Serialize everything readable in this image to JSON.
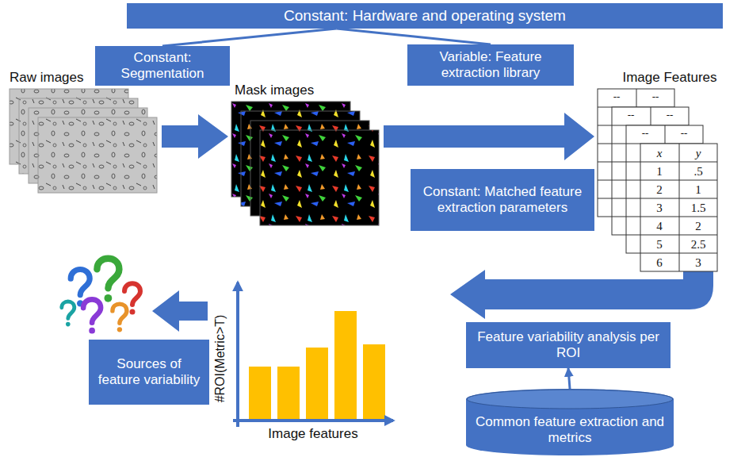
{
  "diagram": {
    "nodes": [
      {
        "text": [
          "Constant: Hardware and operating system"
        ]
      },
      {
        "text": [
          "Constant: Segmentation"
        ]
      },
      {
        "text": [
          "Variable: Feature extraction library"
        ]
      },
      {
        "text": [
          "Constant: Matched feature extraction parameters"
        ]
      },
      {
        "text": [
          "Feature variability analysis per ROI"
        ]
      },
      {
        "text": [
          "Common feature extraction and metrics"
        ]
      },
      {
        "text": [
          "Sources of feature variability"
        ]
      }
    ],
    "edges": [
      {
        "from": 0,
        "to": 1,
        "arrow": "none"
      },
      {
        "from": 0,
        "to": 2,
        "arrow": "none"
      },
      {
        "from": 5,
        "to": 4,
        "arrow": "to"
      }
    ],
    "labels": [
      "Raw images",
      "Mask images",
      "Image Features",
      "--",
      "--",
      "--",
      "--",
      "--",
      "--",
      "x",
      "y",
      "1",
      ".5",
      "2",
      "1",
      "3",
      "1.5",
      "4",
      "2",
      "5",
      "2.5",
      "6",
      "3",
      "#ROI(Metric>T)",
      "Image features"
    ]
  }
}
